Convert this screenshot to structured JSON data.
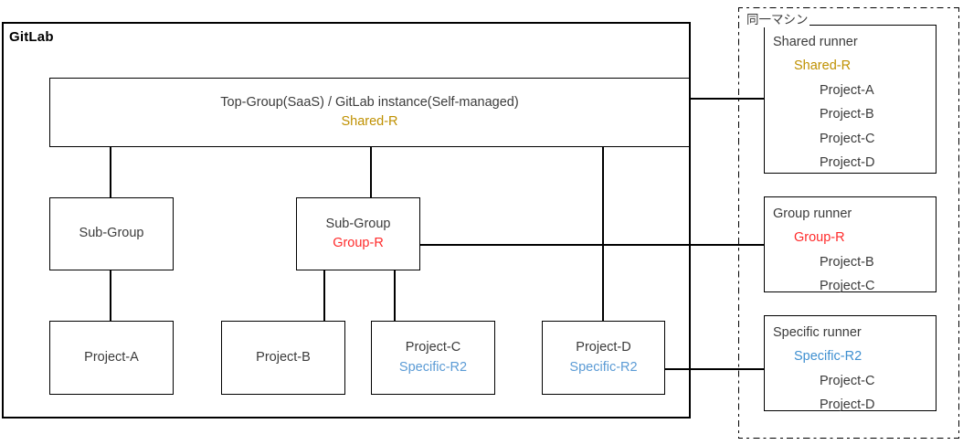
{
  "diagram": {
    "gitlab_frame": {
      "label": "GitLab"
    },
    "machine": {
      "label": "同一マシン"
    },
    "colors": {
      "shared_runner": "#bf9000",
      "group_runner": "#ff2b2b",
      "specific_runner": "#5b9bd5",
      "text": "#3b3b3b",
      "stroke": "#000000"
    },
    "nodes": {
      "top_group": {
        "title": "Top-Group(SaaS) / GitLab instance(Self-managed)",
        "runner": "Shared-R"
      },
      "sub_group_1": {
        "title": "Sub-Group",
        "runner": ""
      },
      "sub_group_2": {
        "title": "Sub-Group",
        "runner": "Group-R"
      },
      "project_a": {
        "title": "Project-A",
        "runner": ""
      },
      "project_b": {
        "title": "Project-B",
        "runner": ""
      },
      "project_c": {
        "title": "Project-C",
        "runner": "Specific-R2"
      },
      "project_d": {
        "title": "Project-D",
        "runner": "Specific-R2"
      }
    },
    "runners": [
      {
        "name": "shared",
        "title": "Shared runner",
        "runner": "Shared-R",
        "projects": [
          "Project-A",
          "Project-B",
          "Project-C",
          "Project-D"
        ]
      },
      {
        "name": "group",
        "title": "Group runner",
        "runner": "Group-R",
        "projects": [
          "Project-B",
          "Project-C"
        ]
      },
      {
        "name": "specific",
        "title": "Specific runner",
        "runner": "Specific-R2",
        "projects": [
          "Project-C",
          "Project-D"
        ]
      }
    ]
  }
}
